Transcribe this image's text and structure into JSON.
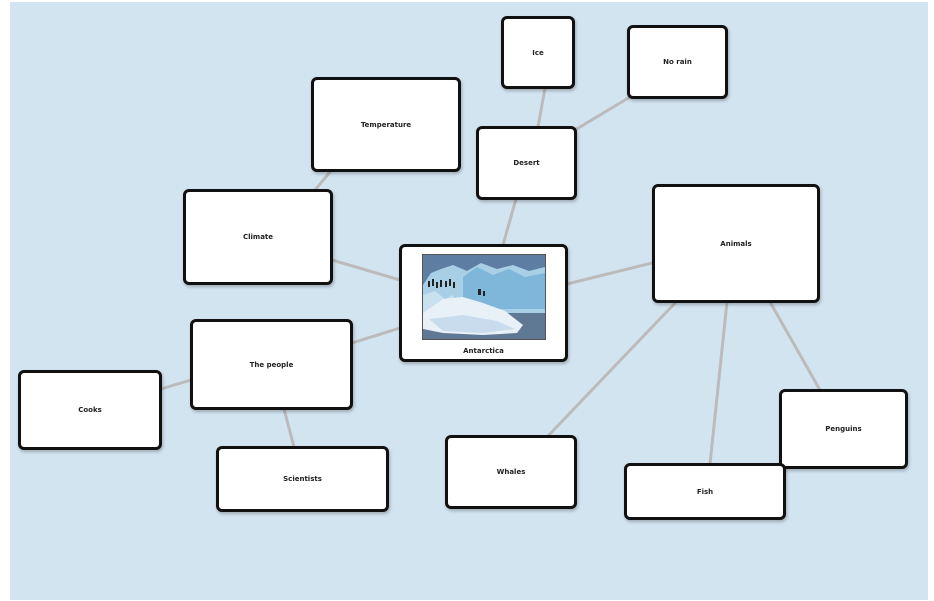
{
  "mindmap": {
    "center": {
      "label": "Antarctica",
      "image_icon": "icebergs-penguins-photo"
    },
    "nodes": {
      "ice": "Ice",
      "no_rain": "No rain",
      "temperature": "Temperature",
      "desert": "Desert",
      "climate": "Climate",
      "animals": "Animals",
      "the_people": "The people",
      "cooks": "Cooks",
      "scientists": "Scientists",
      "whales": "Whales",
      "penguins": "Penguins",
      "fish": "Fish"
    },
    "colors": {
      "background": "#d3e4f1",
      "connector": "#bbbbbb",
      "border": "#111111"
    }
  }
}
